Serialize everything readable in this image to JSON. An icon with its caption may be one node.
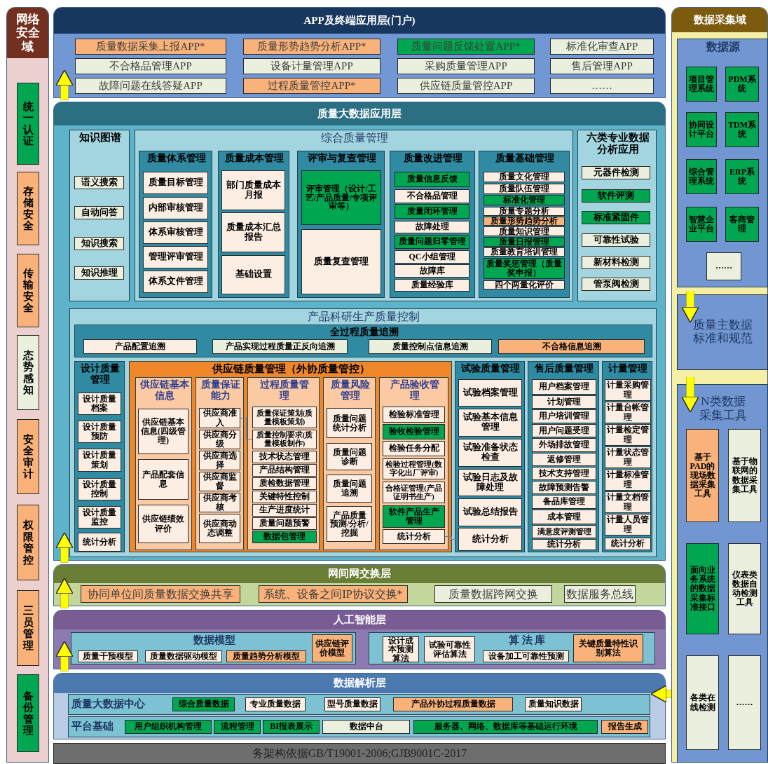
{
  "diagram": {
    "nodes": [
      {
        "text": [
          "网络安全域"
        ]
      },
      {
        "text": [
          "统一认证"
        ],
        "in": 0
      },
      {
        "text": [
          "存储安全"
        ],
        "in": 0
      },
      {
        "text": [
          "传输安全"
        ],
        "in": 0
      },
      {
        "text": [
          "态势感知"
        ],
        "in": 0
      },
      {
        "text": [
          "安全审计"
        ],
        "in": 0
      },
      {
        "text": [
          "权限管控"
        ],
        "in": 0
      },
      {
        "text": [
          "三员管理"
        ],
        "in": 0
      },
      {
        "text": [
          "备份管理"
        ],
        "in": 0
      },
      {
        "text": [
          "APP及终端应用层(门户)"
        ]
      },
      {
        "text": [
          "质量数据采集上报APP*"
        ],
        "in": 9
      },
      {
        "text": [
          "质量形势趋势分析APP*"
        ],
        "in": 9
      },
      {
        "text": [
          "质量问题反馈处置APP*"
        ],
        "in": 9
      },
      {
        "text": [
          "标准化审查APP"
        ],
        "in": 9
      },
      {
        "text": [
          "不合格品管理APP"
        ],
        "in": 9
      },
      {
        "text": [
          "设备计量管理APP"
        ],
        "in": 9
      },
      {
        "text": [
          "采购质量管理APP"
        ],
        "in": 9
      },
      {
        "text": [
          "售后管理APP"
        ],
        "in": 9
      },
      {
        "text": [
          "故障问题在线答疑APP"
        ],
        "in": 9
      },
      {
        "text": [
          "过程质量管控APP*"
        ],
        "in": 9
      },
      {
        "text": [
          "供应链质量管控APP"
        ],
        "in": 9
      },
      {
        "text": [
          "……"
        ],
        "in": 9
      },
      {
        "text": [
          "质量大数据应用层"
        ]
      },
      {
        "text": [
          "知识图谱"
        ],
        "in": 22
      },
      {
        "text": [
          "语义搜索"
        ],
        "in": 23
      },
      {
        "text": [
          "自动问答"
        ],
        "in": 23
      },
      {
        "text": [
          "知识搜索"
        ],
        "in": 23
      },
      {
        "text": [
          "知识推理"
        ],
        "in": 23
      },
      {
        "text": [
          "综合质量管理"
        ],
        "in": 22
      },
      {
        "text": [
          "质量体系管理"
        ],
        "in": 28
      },
      {
        "text": [
          "质量目标管理"
        ],
        "in": 29
      },
      {
        "text": [
          "内部审核管理"
        ],
        "in": 29
      },
      {
        "text": [
          "体系审核管理"
        ],
        "in": 29
      },
      {
        "text": [
          "管理评审管理"
        ],
        "in": 29
      },
      {
        "text": [
          "体系文件管理"
        ],
        "in": 29
      },
      {
        "text": [
          "质量成本管理"
        ],
        "in": 28
      },
      {
        "text": [
          "部门质量成本月报"
        ],
        "in": 35
      },
      {
        "text": [
          "质量成本汇总报告"
        ],
        "in": 35
      },
      {
        "text": [
          "基础设置"
        ],
        "in": 35
      },
      {
        "text": [
          "评审与复查管理"
        ],
        "in": 28
      },
      {
        "text": [
          "评审管理（设计/工艺/产品质量/专项评审等）"
        ],
        "in": 39
      },
      {
        "text": [
          "质量复查管理"
        ],
        "in": 39
      },
      {
        "text": [
          "质量改进管理"
        ],
        "in": 28
      },
      {
        "text": [
          "质量信息反馈"
        ],
        "in": 42
      },
      {
        "text": [
          "不合格品管理"
        ],
        "in": 42
      },
      {
        "text": [
          "质量闭环管理"
        ],
        "in": 42
      },
      {
        "text": [
          "故障处理"
        ],
        "in": 42
      },
      {
        "text": [
          "质量问题归零管理"
        ],
        "in": 42
      },
      {
        "text": [
          "QC小组管理"
        ],
        "in": 42
      },
      {
        "text": [
          "故障库"
        ],
        "in": 42
      },
      {
        "text": [
          "质量经验库"
        ],
        "in": 42
      },
      {
        "text": [
          "质量基础管理"
        ],
        "in": 28
      },
      {
        "text": [
          "质量文化管理"
        ],
        "in": 51
      },
      {
        "text": [
          "质量队伍管理"
        ],
        "in": 51
      },
      {
        "text": [
          "标准化管理"
        ],
        "in": 51
      },
      {
        "text": [
          "质量专题分析"
        ],
        "in": 51
      },
      {
        "text": [
          "质量形势趋势分析"
        ],
        "in": 51
      },
      {
        "text": [
          "质量知识管理"
        ],
        "in": 51
      },
      {
        "text": [
          "质量日报管理"
        ],
        "in": 51
      },
      {
        "text": [
          "质量教育培训管理"
        ],
        "in": 51
      },
      {
        "text": [
          "质量奖惩管理（质量奖申报）"
        ],
        "in": 51
      },
      {
        "text": [
          "四个两量化评价"
        ],
        "in": 51
      },
      {
        "text": [
          "六类专业数据分析应用"
        ],
        "in": 22
      },
      {
        "text": [
          "元器件检测"
        ],
        "in": 62
      },
      {
        "text": [
          "软件评测"
        ],
        "in": 62
      },
      {
        "text": [
          "标准紧固件"
        ],
        "in": 62
      },
      {
        "text": [
          "可靠性试验"
        ],
        "in": 62
      },
      {
        "text": [
          "新材料检测"
        ],
        "in": 62
      },
      {
        "text": [
          "管泵阀检测"
        ],
        "in": 62
      },
      {
        "text": [
          "产品科研生产质量控制"
        ],
        "in": 22
      },
      {
        "text": [
          "全过程质量追溯"
        ],
        "in": 69
      },
      {
        "text": [
          "产品配置追溯"
        ],
        "in": 70
      },
      {
        "text": [
          "产品实现过程质量正反向追溯"
        ],
        "in": 70
      },
      {
        "text": [
          "质量控制点信息追溯"
        ],
        "in": 70
      },
      {
        "text": [
          "不合格信息追溯"
        ],
        "in": 70
      },
      {
        "text": [
          "设计质量管理"
        ],
        "in": 69
      },
      {
        "text": [
          "设计质量档案"
        ],
        "in": 75
      },
      {
        "text": [
          "设计质量预防"
        ],
        "in": 75
      },
      {
        "text": [
          "设计质量策划"
        ],
        "in": 75
      },
      {
        "text": [
          "设计质量控制"
        ],
        "in": 75
      },
      {
        "text": [
          "设计质量监控"
        ],
        "in": 75
      },
      {
        "text": [
          "统计分析"
        ],
        "in": 75
      },
      {
        "text": [
          "供应链质量管理（外协质量管控）"
        ],
        "in": 69
      },
      {
        "text": [
          "供应链基本信息"
        ],
        "in": 82
      },
      {
        "text": [
          "供应链基本信息(四级管理)"
        ],
        "in": 83
      },
      {
        "text": [
          "产品配套信息"
        ],
        "in": 83
      },
      {
        "text": [
          "供应链绩效评价"
        ],
        "in": 83
      },
      {
        "text": [
          "质量保证能力"
        ],
        "in": 82
      },
      {
        "text": [
          "供应商准入"
        ],
        "in": 87
      },
      {
        "text": [
          "供应商分级"
        ],
        "in": 87
      },
      {
        "text": [
          "供应商选择"
        ],
        "in": 87
      },
      {
        "text": [
          "供应商监督"
        ],
        "in": 87
      },
      {
        "text": [
          "供应商考核"
        ],
        "in": 87
      },
      {
        "text": [
          "供应商动态调整"
        ],
        "in": 87
      },
      {
        "text": [
          "过程质量管理"
        ],
        "in": 82
      },
      {
        "text": [
          "质量保证策划(质量模板策划)"
        ],
        "in": 94
      },
      {
        "text": [
          "质量控制要求(质量模板制作)"
        ],
        "in": 94
      },
      {
        "text": [
          "技术状态管理"
        ],
        "in": 94
      },
      {
        "text": [
          "产品结构管理"
        ],
        "in": 94
      },
      {
        "text": [
          "质检数据管理"
        ],
        "in": 94
      },
      {
        "text": [
          "关键特性控制"
        ],
        "in": 94
      },
      {
        "text": [
          "生产进度统计"
        ],
        "in": 94
      },
      {
        "text": [
          "质量问题预警"
        ],
        "in": 94
      },
      {
        "text": [
          "数据包管理"
        ],
        "in": 94
      },
      {
        "text": [
          "质量风险管理"
        ],
        "in": 82
      },
      {
        "text": [
          "质量问题统计分析"
        ],
        "in": 104
      },
      {
        "text": [
          "质量问题诊断"
        ],
        "in": 104
      },
      {
        "text": [
          "质量问题追溯"
        ],
        "in": 104
      },
      {
        "text": [
          "产品质量预测/分析/挖掘"
        ],
        "in": 104
      },
      {
        "text": [
          "产品验收管理"
        ],
        "in": 82
      },
      {
        "text": [
          "检验标准管理"
        ],
        "in": 109
      },
      {
        "text": [
          "验收检验管理"
        ],
        "in": 109
      },
      {
        "text": [
          "检验任务分配"
        ],
        "in": 109
      },
      {
        "text": [
          "检验过程管理(数字化出厂评审)"
        ],
        "in": 109
      },
      {
        "text": [
          "合格证管理(产品证明书生产)"
        ],
        "in": 109
      },
      {
        "text": [
          "软件产品生产管理"
        ],
        "in": 109
      },
      {
        "text": [
          "统计分析"
        ],
        "in": 109
      },
      {
        "text": [
          "试验质量管理"
        ],
        "in": 69
      },
      {
        "text": [
          "试验档案管理"
        ],
        "in": 117
      },
      {
        "text": [
          "试验基本信息管理"
        ],
        "in": 117
      },
      {
        "text": [
          "试验准备状态检查"
        ],
        "in": 117
      },
      {
        "text": [
          "试验日志及故障处理"
        ],
        "in": 117
      },
      {
        "text": [
          "试验总结报告"
        ],
        "in": 117
      },
      {
        "text": [
          "统计分析"
        ],
        "in": 117
      },
      {
        "text": [
          "售后质量管理"
        ],
        "in": 69
      },
      {
        "text": [
          "用户档案管理"
        ],
        "in": 124
      },
      {
        "text": [
          "计划管理"
        ],
        "in": 124
      },
      {
        "text": [
          "用户培训管理"
        ],
        "in": 124
      },
      {
        "text": [
          "用户问题受理"
        ],
        "in": 124
      },
      {
        "text": [
          "外场排故管理"
        ],
        "in": 124
      },
      {
        "text": [
          "返修管理"
        ],
        "in": 124
      },
      {
        "text": [
          "技术支持管理"
        ],
        "in": 124
      },
      {
        "text": [
          "故障预测告警"
        ],
        "in": 124
      },
      {
        "text": [
          "备品库管理"
        ],
        "in": 124
      },
      {
        "text": [
          "成本管理"
        ],
        "in": 124
      },
      {
        "text": [
          "满意度评测管理"
        ],
        "in": 124
      },
      {
        "text": [
          "统计分析"
        ],
        "in": 124
      },
      {
        "text": [
          "计量管理"
        ],
        "in": 69
      },
      {
        "text": [
          "计量采购管理"
        ],
        "in": 137
      },
      {
        "text": [
          "计量台帐管理"
        ],
        "in": 137
      },
      {
        "text": [
          "计量检定管理"
        ],
        "in": 137
      },
      {
        "text": [
          "计量状态管理"
        ],
        "in": 137
      },
      {
        "text": [
          "计量标准管理"
        ],
        "in": 137
      },
      {
        "text": [
          "计量文档管理"
        ],
        "in": 137
      },
      {
        "text": [
          "计量人员管理"
        ],
        "in": 137
      },
      {
        "text": [
          "统计分析"
        ],
        "in": 137
      },
      {
        "text": [
          "网间网交换层"
        ]
      },
      {
        "text": [
          "协同单位间质量数据交换共享"
        ],
        "in": 146
      },
      {
        "text": [
          "系统、设备之间IP协议交换*"
        ],
        "in": 146
      },
      {
        "text": [
          "质量数据跨网交换"
        ],
        "in": 146
      },
      {
        "text": [
          "数据服务总线"
        ],
        "in": 146
      },
      {
        "text": [
          "人工智能层"
        ]
      },
      {
        "text": [
          "数据模型"
        ],
        "in": 151
      },
      {
        "text": [
          "质量干预模型"
        ],
        "in": 152
      },
      {
        "text": [
          "质量数据驱动模型"
        ],
        "in": 152
      },
      {
        "text": [
          "质量趋势分析模型"
        ],
        "in": 152
      },
      {
        "text": [
          "供应链评价模型"
        ],
        "in": 152
      },
      {
        "text": [
          "算 法 库"
        ],
        "in": 151
      },
      {
        "text": [
          "设计成本预测算法"
        ],
        "in": 157
      },
      {
        "text": [
          "试验可靠性评估算法"
        ],
        "in": 157
      },
      {
        "text": [
          "设备加工可靠性预测"
        ],
        "in": 157
      },
      {
        "text": [
          "关键质量特性识别算法"
        ],
        "in": 157
      },
      {
        "text": [
          "数据解析层"
        ]
      },
      {
        "text": [
          "质量大数据中心"
        ],
        "in": 162
      },
      {
        "text": [
          "综合质量数据"
        ],
        "in": 163
      },
      {
        "text": [
          "专业质量数据"
        ],
        "in": 163
      },
      {
        "text": [
          "型号质量数据"
        ],
        "in": 163
      },
      {
        "text": [
          "产品外协过程质量数据"
        ],
        "in": 163
      },
      {
        "text": [
          "质量知识数据"
        ],
        "in": 163
      },
      {
        "text": [
          "平台基础"
        ],
        "in": 162
      },
      {
        "text": [
          "用户组织机构管理"
        ],
        "in": 169
      },
      {
        "text": [
          "流程管理"
        ],
        "in": 169
      },
      {
        "text": [
          "BI报表展示"
        ],
        "in": 169
      },
      {
        "text": [
          "数据中台"
        ],
        "in": 169
      },
      {
        "text": [
          "服务器、网络、数据库等基础运行环境"
        ],
        "in": 169
      },
      {
        "text": [
          "报告生成"
        ],
        "in": 169
      },
      {
        "text": [
          "务架构依据GB/T19001-2006;GJB9001C-2017"
        ]
      },
      {
        "text": [
          "数据采集域"
        ]
      },
      {
        "text": [
          "数据源"
        ],
        "in": 177
      },
      {
        "text": [
          "项目管理系统"
        ],
        "in": 178
      },
      {
        "text": [
          "PDM系统"
        ],
        "in": 178
      },
      {
        "text": [
          "协同设计平台"
        ],
        "in": 178
      },
      {
        "text": [
          "TDM系统"
        ],
        "in": 178
      },
      {
        "text": [
          "综合管理系统"
        ],
        "in": 178
      },
      {
        "text": [
          "ERP系统"
        ],
        "in": 178
      },
      {
        "text": [
          "智慧企业平台"
        ],
        "in": 178
      },
      {
        "text": [
          "客商管理"
        ],
        "in": 178
      },
      {
        "text": [
          "……"
        ],
        "in": 178
      },
      {
        "text": [
          "质量主数据标准和规范"
        ],
        "in": 177
      },
      {
        "text": [
          "N类数据采集工具"
        ],
        "in": 177
      },
      {
        "text": [
          "基于PAD的现场数据采集工具"
        ],
        "in": 189
      },
      {
        "text": [
          "基于物联网的数据采集工具"
        ],
        "in": 189
      },
      {
        "text": [
          "面向业务系统的数据采集标准接口"
        ],
        "in": 189
      },
      {
        "text": [
          "仪表类数据自动检测工具"
        ],
        "in": 189
      },
      {
        "text": [
          "各类在线检测"
        ],
        "in": 189
      },
      {
        "text": [
          "……"
        ],
        "in": 189
      }
    ],
    "edges": [
      {
        "from": 22,
        "to": 9,
        "arrow": "to"
      },
      {
        "from": 146,
        "to": 22,
        "arrow": "to"
      },
      {
        "from": 151,
        "to": 146,
        "arrow": "to"
      },
      {
        "from": 162,
        "to": 151,
        "arrow": "to"
      },
      {
        "from": 178,
        "to": 188,
        "arrow": "to"
      },
      {
        "from": 188,
        "to": 189,
        "arrow": "to"
      },
      {
        "from": 189,
        "to": 162,
        "arrow": "to"
      },
      {
        "from": 88,
        "to": 96,
        "arrow": "none",
        "color": "#5b7fa6"
      },
      {
        "from": 116,
        "to": 123,
        "arrow": "none",
        "color": "#5b7fa6"
      }
    ]
  }
}
